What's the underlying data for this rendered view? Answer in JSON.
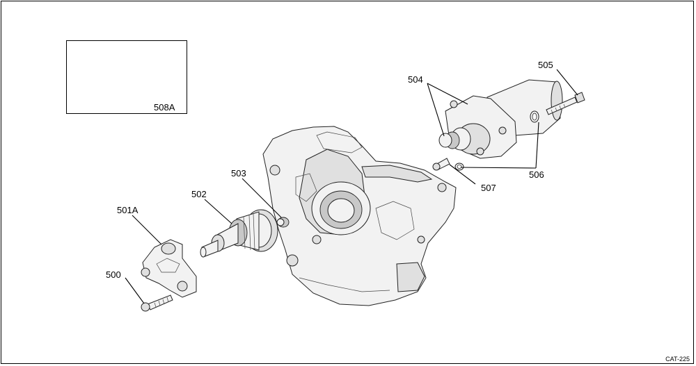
{
  "diagram": {
    "catalog_code": "CAT-225",
    "inset_label": "508A",
    "callouts": [
      {
        "id": "500",
        "text": "500"
      },
      {
        "id": "501A",
        "text": "501A"
      },
      {
        "id": "502",
        "text": "502"
      },
      {
        "id": "503",
        "text": "503"
      },
      {
        "id": "504",
        "text": "504"
      },
      {
        "id": "505",
        "text": "505"
      },
      {
        "id": "506",
        "text": "506"
      },
      {
        "id": "507",
        "text": "507"
      }
    ],
    "colors": {
      "line": "#000000",
      "part_fill": "#f2f2f2",
      "part_shade": "#c8c8c8",
      "background": "#ffffff"
    }
  }
}
